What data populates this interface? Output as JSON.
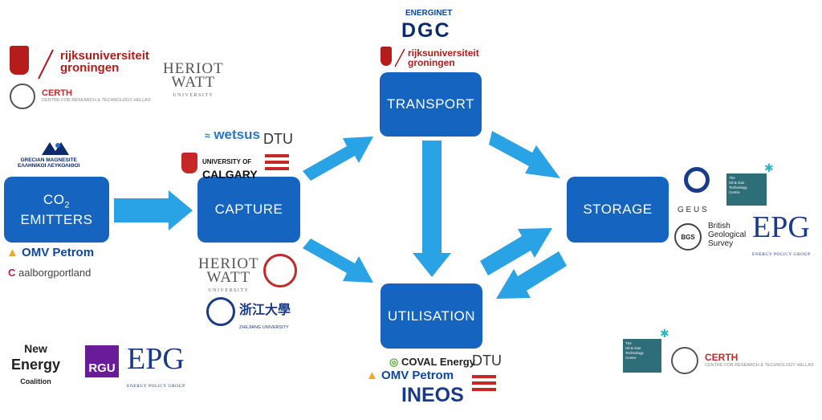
{
  "nodes": {
    "emitters_main": "CO",
    "emitters_sub": "2",
    "emitters_line2": "EMITTERS",
    "capture": "CAPTURE",
    "transport": "TRANSPORT",
    "storage": "STORAGE",
    "utilisation": "UTILISATION"
  },
  "logos": {
    "rug_line1": "rijksuniversiteit",
    "rug_line2": "groningen",
    "heriot_watt_line1": "HERIOT",
    "heriot_watt_line2": "WATT",
    "heriot_watt_sub": "UNIVERSITY",
    "certh_name": "CERTH",
    "certh_full": "CENTRE FOR RESEARCH & TECHNOLOGY HELLAS",
    "grecian_line1": "GRECIAN MAGNESITE",
    "grecian_line2": "ΕΛΛΗΝΙΚΟΙ ΛΕΥΚΟΛΙΘΟΙ",
    "omv_petrom": "OMV Petrom",
    "aalborg": "aalborgportland",
    "wetsus": "wetsus",
    "dtu": "DTU",
    "calgary_line1": "UNIVERSITY OF",
    "calgary_line2": "CALGARY",
    "zhejiang_chars": "浙江大學",
    "zhejiang_sub": "ZHEJIANG UNIVERSITY",
    "energinet": "ENERGINET",
    "dgc": "DGC",
    "geus": "G E U S",
    "bgs_badge": "BGS",
    "bgs_line1": "British",
    "bgs_line2": "Geological",
    "bgs_line3": "Survey",
    "epg": "EPG",
    "epg_sub": "ENERGY POLICY GROUP",
    "oil_gas_line1": "The",
    "oil_gas_line2": "Oil & Gas",
    "oil_gas_line3": "Technology",
    "oil_gas_line4": "Centre",
    "coval": "COVAL Energy",
    "ineos": "INEOS",
    "new_energy_line1": "New",
    "new_energy_line2": "Energy",
    "new_energy_line3": "Coalition",
    "rgu": "RGU"
  },
  "colors": {
    "node": "#1565c0",
    "arrow": "#29a3e6"
  }
}
